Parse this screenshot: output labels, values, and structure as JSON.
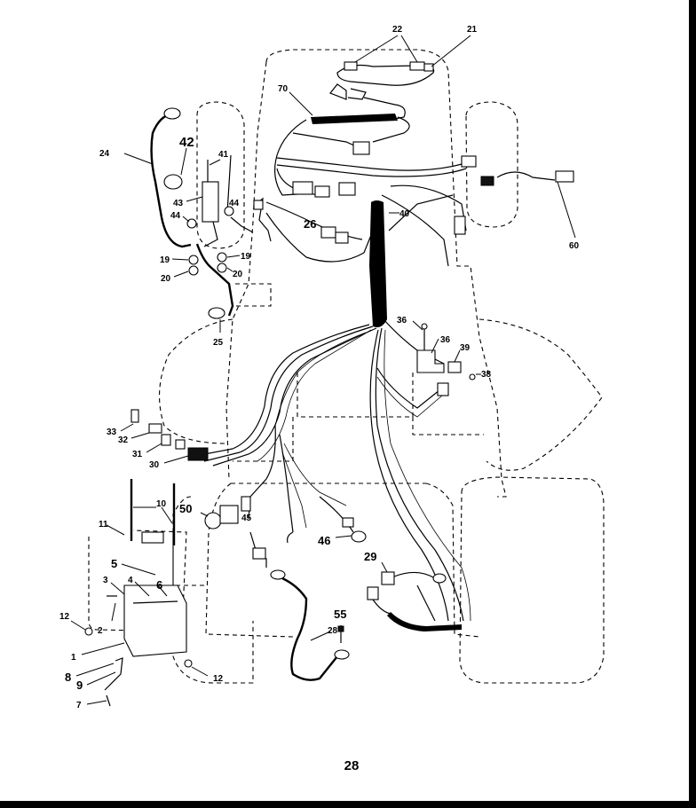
{
  "diagram": {
    "page_number": "28",
    "callouts": [
      {
        "id": "c22",
        "text": "22"
      },
      {
        "id": "c21",
        "text": "21"
      },
      {
        "id": "c70",
        "text": "70"
      },
      {
        "id": "c42",
        "text": "42"
      },
      {
        "id": "c24",
        "text": "24"
      },
      {
        "id": "c41",
        "text": "41"
      },
      {
        "id": "c43",
        "text": "43"
      },
      {
        "id": "c44a",
        "text": "44"
      },
      {
        "id": "c44b",
        "text": "44"
      },
      {
        "id": "c26",
        "text": "26"
      },
      {
        "id": "c40",
        "text": "40"
      },
      {
        "id": "c60",
        "text": "60"
      },
      {
        "id": "c19a",
        "text": "19"
      },
      {
        "id": "c19b",
        "text": "19"
      },
      {
        "id": "c20a",
        "text": "20"
      },
      {
        "id": "c20b",
        "text": "20"
      },
      {
        "id": "c25",
        "text": "25"
      },
      {
        "id": "c36a",
        "text": "36"
      },
      {
        "id": "c36b",
        "text": "36"
      },
      {
        "id": "c39",
        "text": "39"
      },
      {
        "id": "c38",
        "text": "38"
      },
      {
        "id": "c33",
        "text": "33"
      },
      {
        "id": "c32",
        "text": "32"
      },
      {
        "id": "c31",
        "text": "31"
      },
      {
        "id": "c30",
        "text": "30"
      },
      {
        "id": "c10",
        "text": "10"
      },
      {
        "id": "c50",
        "text": "50"
      },
      {
        "id": "c45",
        "text": "45"
      },
      {
        "id": "c11",
        "text": "11"
      },
      {
        "id": "c46",
        "text": "46"
      },
      {
        "id": "c5",
        "text": "5"
      },
      {
        "id": "c6",
        "text": "6"
      },
      {
        "id": "c3",
        "text": "3"
      },
      {
        "id": "c4",
        "text": "4"
      },
      {
        "id": "c29",
        "text": "29"
      },
      {
        "id": "c12a",
        "text": "12"
      },
      {
        "id": "c2",
        "text": "2"
      },
      {
        "id": "c55",
        "text": "55"
      },
      {
        "id": "c28",
        "text": "28"
      },
      {
        "id": "c1",
        "text": "1"
      },
      {
        "id": "c8",
        "text": "8"
      },
      {
        "id": "c9",
        "text": "9"
      },
      {
        "id": "c12b",
        "text": "12"
      },
      {
        "id": "c7",
        "text": "7"
      }
    ]
  }
}
